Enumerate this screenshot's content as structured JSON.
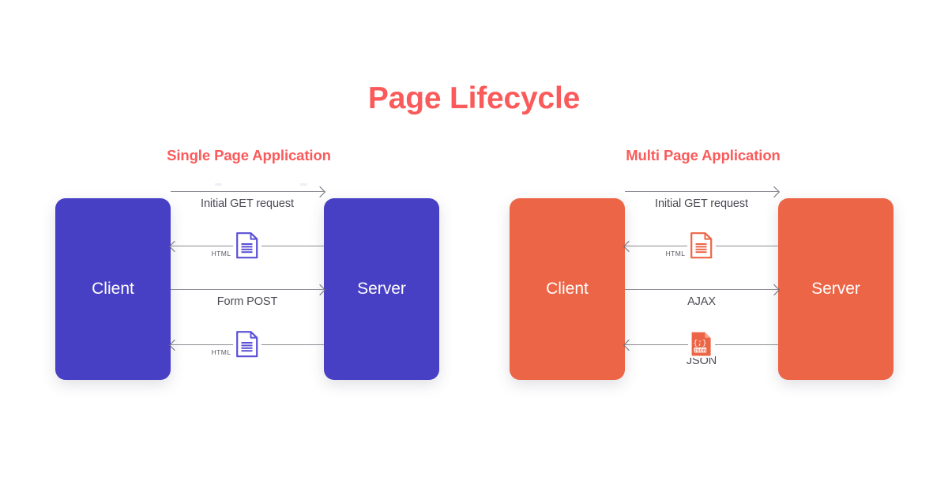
{
  "title": "Page Lifecycle",
  "colors": {
    "accent": "#FB5A5A",
    "spa_node": "#4840C4",
    "mpa_node": "#EC6546",
    "arrow": "#8b8b93",
    "label_text": "#4a4a54",
    "background": "#ffffff"
  },
  "panels": [
    {
      "id": "single-page-application",
      "title": "Single Page Application",
      "node_left": "Client",
      "node_right": "Server",
      "node_color": "#4840C4",
      "flows": [
        {
          "direction": "right",
          "label": "Initial GET request",
          "label_position": "below",
          "icon": null,
          "icon_label": null
        },
        {
          "direction": "left",
          "label": null,
          "label_position": null,
          "icon": "html-document-icon",
          "icon_label": "HTML"
        },
        {
          "direction": "right",
          "label": "Form POST",
          "label_position": "below",
          "icon": null,
          "icon_label": null
        },
        {
          "direction": "left",
          "label": null,
          "label_position": null,
          "icon": "html-document-icon",
          "icon_label": "HTML"
        }
      ]
    },
    {
      "id": "multi-page-application",
      "title": "Multi Page Application",
      "node_left": "Client",
      "node_right": "Server",
      "node_color": "#EC6546",
      "flows": [
        {
          "direction": "right",
          "label": "Initial GET request",
          "label_position": "below",
          "icon": null,
          "icon_label": null
        },
        {
          "direction": "left",
          "label": null,
          "label_position": null,
          "icon": "html-document-icon",
          "icon_label": "HTML"
        },
        {
          "direction": "right",
          "label": "AJAX",
          "label_position": "below",
          "icon": null,
          "icon_label": null
        },
        {
          "direction": "left",
          "label": "JSON",
          "label_position": "below",
          "icon": "json-document-icon",
          "icon_label": null
        }
      ]
    }
  ]
}
